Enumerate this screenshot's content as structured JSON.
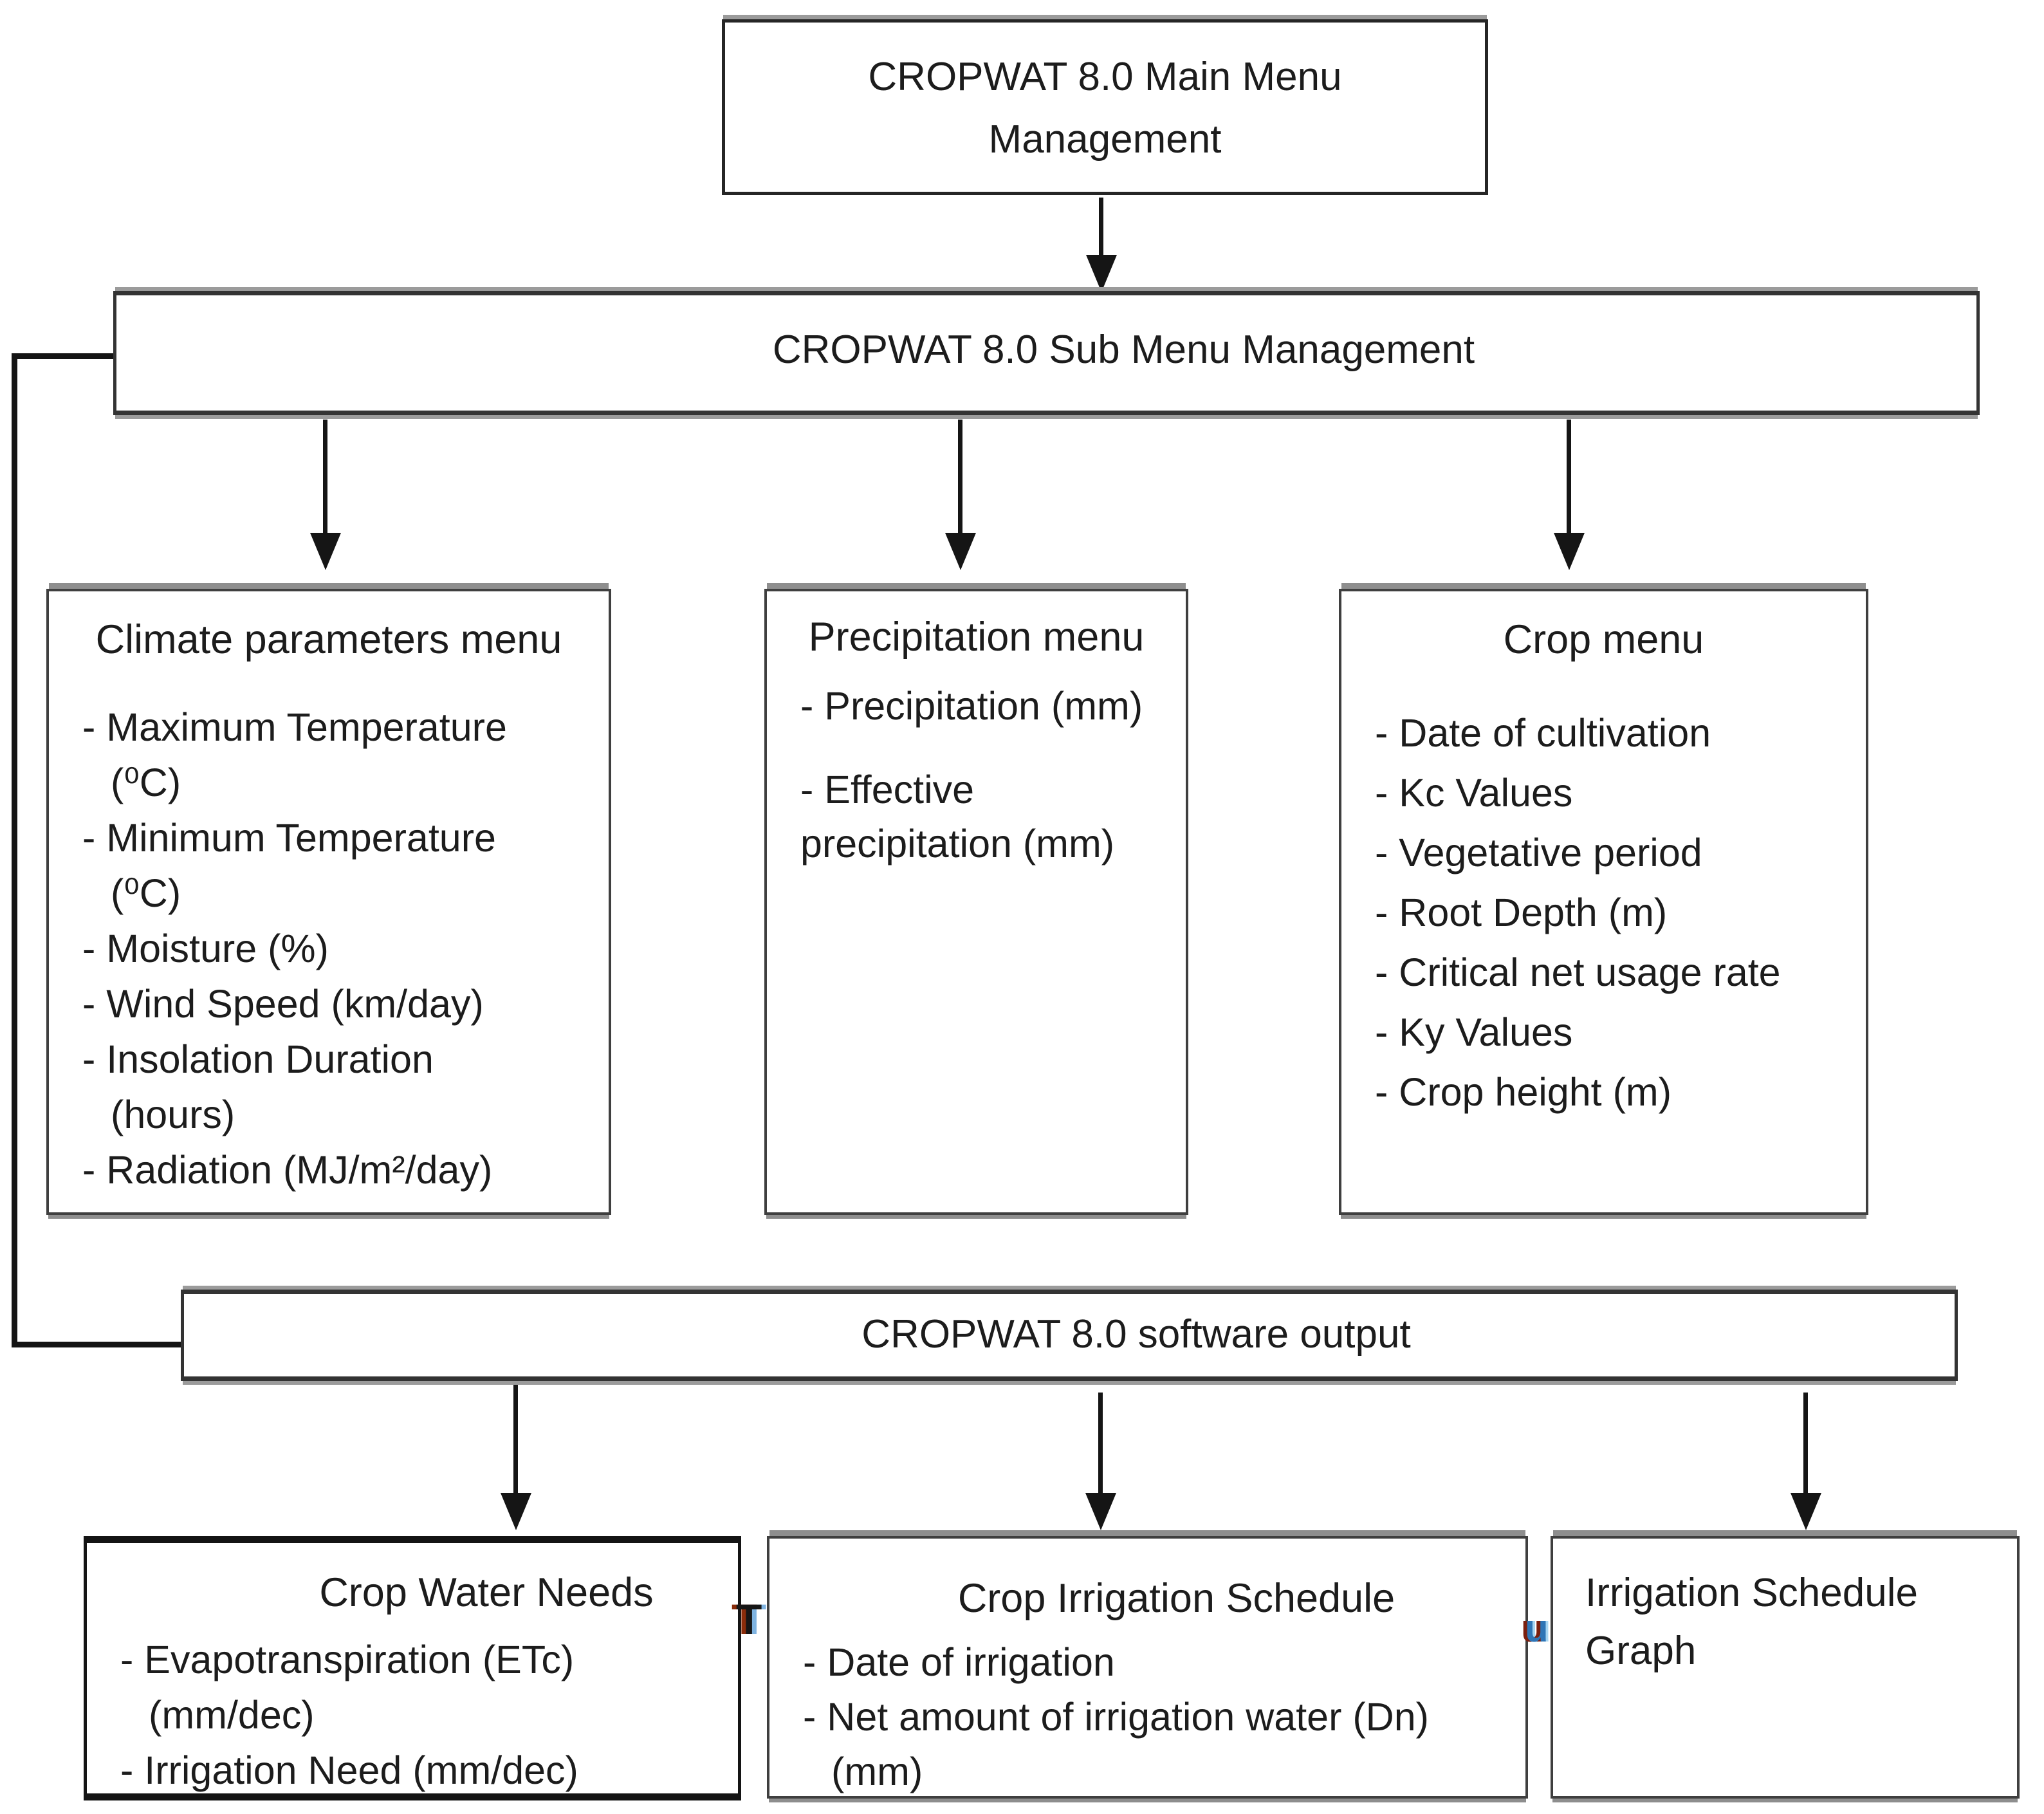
{
  "colors": {
    "text": "#1c1c1c",
    "border_dark": "#141414",
    "border_gray": "#3f3f3f",
    "shadow_gray": "#8e8e8e",
    "artifact_orange": "#c55a11",
    "artifact_blue": "#2e75b6",
    "artifact_maroon": "#7b1f0e",
    "artifact_lightblue": "#9dc3e6"
  },
  "boxes": {
    "main_menu": {
      "title_line1": "CROPWAT 8.0 Main Menu",
      "title_line2": "Management"
    },
    "sub_menu": {
      "title": "CROPWAT 8.0 Sub Menu Management"
    },
    "climate": {
      "title": "Climate parameters menu",
      "lines": [
        "- Maximum Temperature",
        "(⁰C)",
        "- Minimum Temperature",
        "(⁰C)",
        "- Moisture (%)",
        "- Wind Speed (km/day)",
        "- Insolation Duration",
        "(hours)",
        "- Radiation (MJ/m²/day)"
      ]
    },
    "precipitation": {
      "title": "Precipitation menu",
      "lines": [
        "- Precipitation (mm)",
        "- Effective",
        "precipitation (mm)"
      ]
    },
    "crop": {
      "title": "Crop menu",
      "lines": [
        "- Date of cultivation",
        "- Kc Values",
        "- Vegetative period",
        "- Root Depth (m)",
        "- Critical net usage rate",
        "- Ky Values",
        "- Crop height (m)"
      ]
    },
    "output": {
      "title": "CROPWAT 8.0 software output"
    },
    "crop_water_needs": {
      "title": "Crop Water Needs",
      "lines": [
        "- Evapotranspiration (ETc)",
        "(mm/dec)",
        "- Irrigation Need (mm/dec)"
      ]
    },
    "crop_irrigation_schedule": {
      "title": "Crop Irrigation Schedule",
      "lines": [
        "- Date of irrigation",
        "- Net amount of irrigation water (Dn)",
        "(mm)"
      ]
    },
    "irrigation_schedule_graph": {
      "title_line1": "Irrigation Schedule",
      "title_line2": "Graph"
    }
  },
  "artifacts": {
    "t": "T",
    "u": "u"
  }
}
